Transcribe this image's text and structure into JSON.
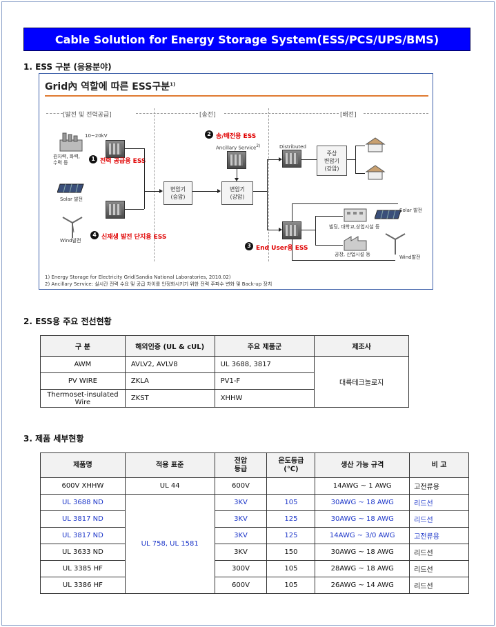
{
  "title": "Cable Solution for Energy Storage System(ESS/PCS/UPS/BMS)",
  "sections": {
    "s1": "1. ESS 구분 (응용분야)",
    "s2": "2. ESS용 주요 전선현황",
    "s3": "3. 제품 세부현황"
  },
  "diagram": {
    "title": "Grid內 역할에 따른 ESS구분",
    "title_sup": "1)",
    "zones": [
      "[발전 및 전력공급]",
      "[송전]",
      "[배전]"
    ],
    "labels": {
      "kv": "10~20kV",
      "plant": "원자력, 화력,\n수력 등",
      "solar_left": "Solar 발전",
      "wind_left": "Wind발전",
      "ancillary": "Ancillary Service",
      "ancillary_sup": "2)",
      "distributed": "Distributed",
      "transformer1": "변압기\n(승압)",
      "transformer2": "변압기\n(강압)",
      "transformer3": "주상\n변압기\n(강압)",
      "solar_right": "Solar 발전",
      "wind_right": "Wind발전",
      "building": "빌딩, 대학교,상업시설 등",
      "factory": "공장, 산업시설 등"
    },
    "ess_roles": [
      {
        "num": "1",
        "text": "전력 공급용 ESS"
      },
      {
        "num": "2",
        "text": "송/배전용 ESS"
      },
      {
        "num": "3",
        "text": "End User용 ESS"
      },
      {
        "num": "4",
        "text": "신재생 발전 단지용 ESS"
      }
    ],
    "notes": [
      "1) Energy Storage for Electricity Grid(Sandia National Laboratories, 2010.02)",
      "2) Ancillary Service: 실시간 전력 수요 및 공급 차이를 안정화시키기 위한 전력 주파수 변화 및 Back-up 장치"
    ]
  },
  "table1": {
    "headers": [
      "구 분",
      "해외인증 (UL & cUL)",
      "주요 제품군",
      "제조사"
    ],
    "rows": [
      [
        "AWM",
        "AVLV2, AVLV8",
        "UL 3688, 3817"
      ],
      [
        "PV WIRE",
        "ZKLA",
        "PV1-F"
      ],
      [
        "Thermoset-insulated\nWire",
        "ZKST",
        "XHHW"
      ]
    ],
    "maker": "대륙테크놀로지"
  },
  "table2": {
    "headers": [
      "제품명",
      "적용 표준",
      "전압\n등급",
      "온도등급\n(℃)",
      "생산 가능 규격",
      "비 고"
    ],
    "first_row": [
      "600V XHHW",
      "UL 44",
      "600V",
      "",
      "14AWG ~ 1 AWG",
      "고전류용"
    ],
    "merged_standard": "UL 758, UL 1581",
    "rows": [
      [
        "UL 3688 ND",
        "3KV",
        "105",
        "30AWG ~ 18 AWG",
        "리드선"
      ],
      [
        "UL 3817 ND",
        "3KV",
        "125",
        "30AWG ~ 18 AWG",
        "리드선"
      ],
      [
        "UL 3817 ND",
        "3KV",
        "125",
        "14AWG ~ 3/0 AWG",
        "고전류용"
      ],
      [
        "UL 3633 ND",
        "3KV",
        "150",
        "30AWG ~ 18 AWG",
        "리드선"
      ],
      [
        "UL 3385 HF",
        "300V",
        "105",
        "28AWG ~ 18 AWG",
        "리드선"
      ],
      [
        "UL 3386 HF",
        "600V",
        "105",
        "26AWG ~ 14 AWG",
        "리드선"
      ]
    ],
    "blue_rows": 3
  },
  "colors": {
    "banner": "#0000ff",
    "highlight_blue": "#1a34c8",
    "role_red": "#e00000",
    "rule_orange": "#e07a30"
  }
}
